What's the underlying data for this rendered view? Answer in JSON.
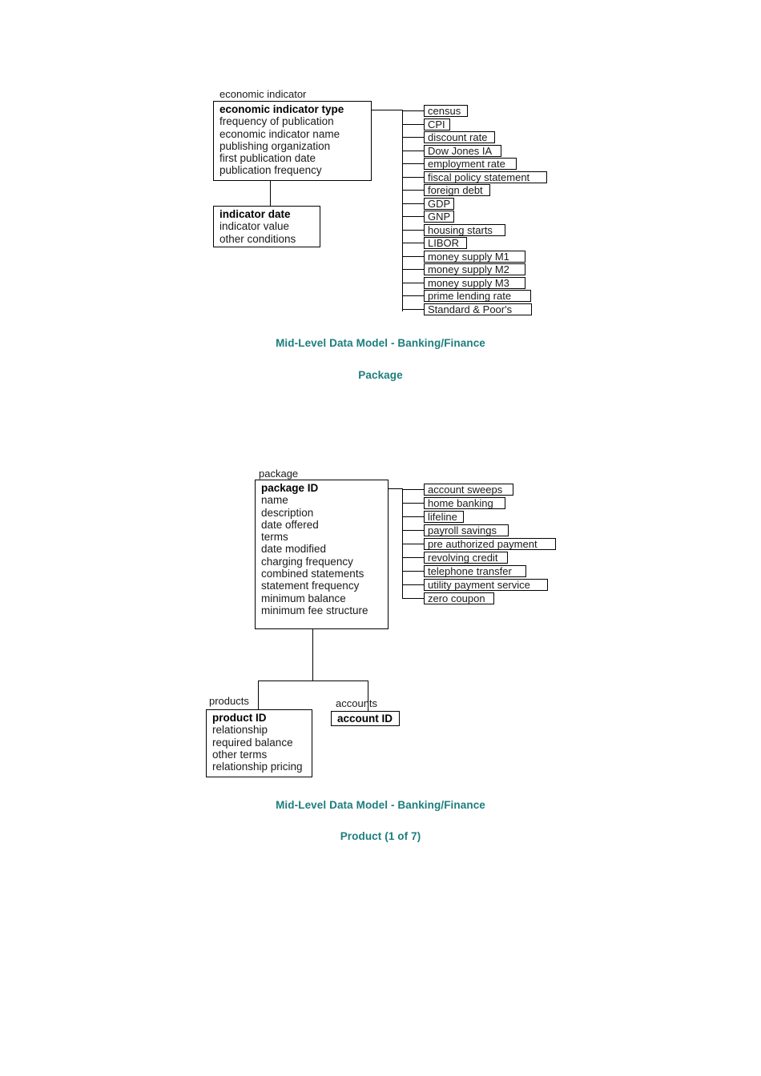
{
  "page": {
    "background": "#ffffff",
    "caption_color": "#1d7d7d",
    "line_color": "#000000"
  },
  "diagrams": [
    {
      "id": "economic-indicator",
      "caption_line1": "Mid-Level Data Model - Banking/Finance",
      "caption_line2": "Package",
      "entities": [
        {
          "id": "economic-indicator",
          "label": "economic indicator",
          "attributes": [
            {
              "text": "economic indicator type",
              "key": true
            },
            {
              "text": "frequency of publication",
              "key": false
            },
            {
              "text": "economic indicator name",
              "key": false
            },
            {
              "text": "publishing organization",
              "key": false
            },
            {
              "text": "first publication date",
              "key": false
            },
            {
              "text": "publication frequency",
              "key": false
            }
          ]
        },
        {
          "id": "indicator-date",
          "label": "",
          "attributes": [
            {
              "text": "indicator date",
              "key": true
            },
            {
              "text": "indicator value",
              "key": false
            },
            {
              "text": "other conditions",
              "key": false
            }
          ]
        }
      ],
      "subtypes": [
        {
          "text": "census",
          "width": 55
        },
        {
          "text": "CPI",
          "width": 33
        },
        {
          "text": "discount rate",
          "width": 89
        },
        {
          "text": "Dow Jones IA",
          "width": 97
        },
        {
          "text": "employment rate",
          "width": 116
        },
        {
          "text": "fiscal policy statement",
          "width": 154
        },
        {
          "text": "foreign debt",
          "width": 83
        },
        {
          "text": "GDP",
          "width": 38
        },
        {
          "text": "GNP",
          "width": 38
        },
        {
          "text": "housing starts",
          "width": 102
        },
        {
          "text": "LIBOR",
          "width": 54
        },
        {
          "text": "money supply M1",
          "width": 127
        },
        {
          "text": "money supply M2",
          "width": 127
        },
        {
          "text": "money supply M3",
          "width": 127
        },
        {
          "text": "prime lending rate",
          "width": 134
        },
        {
          "text": "Standard & Poor's",
          "width": 135
        }
      ]
    },
    {
      "id": "package",
      "caption_line1": "Mid-Level Data Model - Banking/Finance",
      "caption_line2": "Product (1 of 7)",
      "entities": [
        {
          "id": "package",
          "label": "package",
          "attributes": [
            {
              "text": "package ID",
              "key": true
            },
            {
              "text": "name",
              "key": false
            },
            {
              "text": "description",
              "key": false
            },
            {
              "text": "date offered",
              "key": false
            },
            {
              "text": "terms",
              "key": false
            },
            {
              "text": "date modified",
              "key": false
            },
            {
              "text": "charging frequency",
              "key": false
            },
            {
              "text": "combined statements",
              "key": false
            },
            {
              "text": "statement frequency",
              "key": false
            },
            {
              "text": "minimum balance",
              "key": false
            },
            {
              "text": "minimum fee structure",
              "key": false
            }
          ]
        },
        {
          "id": "products",
          "label": "products",
          "attributes": [
            {
              "text": "product ID",
              "key": true
            },
            {
              "text": "relationship",
              "key": false
            },
            {
              "text": "required balance",
              "key": false
            },
            {
              "text": "other terms",
              "key": false
            },
            {
              "text": "relationship pricing",
              "key": false
            }
          ]
        },
        {
          "id": "accounts",
          "label": "accounts",
          "attributes": [
            {
              "text": "account ID",
              "key": true
            }
          ]
        }
      ],
      "subtypes": [
        {
          "text": "account sweeps",
          "width": 112
        },
        {
          "text": "home banking",
          "width": 102
        },
        {
          "text": "lifeline",
          "width": 50
        },
        {
          "text": "payroll savings",
          "width": 106
        },
        {
          "text": "pre authorized payment",
          "width": 165
        },
        {
          "text": "revolving credit",
          "width": 105
        },
        {
          "text": "telephone transfer",
          "width": 128
        },
        {
          "text": "utility payment service",
          "width": 155
        },
        {
          "text": "zero coupon",
          "width": 88
        }
      ]
    }
  ]
}
